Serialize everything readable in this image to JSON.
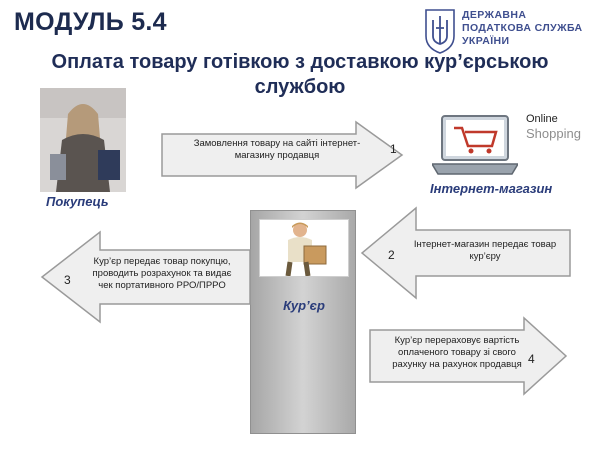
{
  "header": {
    "module_title": "МОДУЛЬ 5.4",
    "logo": {
      "icon": "tryzub-emblem",
      "lines": [
        "ДЕРЖАВНА",
        "ПОДАТКОВА СЛУЖБА",
        "УКРАЇНИ"
      ]
    }
  },
  "slide": {
    "title_line1": "Оплата товару готівкою з доставкою кур’єрською",
    "title_line2": "службою"
  },
  "actors": {
    "buyer_label": "Покупець",
    "shop_label": "Інтернет-магазин",
    "courier_label": "Кур’єр",
    "shop_logo_word1": "Online",
    "shop_logo_word2": "Shopping"
  },
  "steps": [
    {
      "number": "1",
      "text_line1": "Замовлення товару  на сайті інтернет-",
      "text_line2": "магазину продавця"
    },
    {
      "number": "2",
      "text_line1": "Інтернет-магазин передає товар",
      "text_line2": "кур’єру"
    },
    {
      "number": "3",
      "text_line1": "Кур’єр передає товар покупцю,",
      "text_line2": "проводить розрахунок та видає",
      "text_line3": "чек портативного РРО/ПРРО"
    },
    {
      "number": "4",
      "text_line1": "Кур’єр перераховує вартість",
      "text_line2": "оплаченого товару зі свого",
      "text_line3": "рахунку на рахунок продавця"
    }
  ],
  "colors": {
    "title": "#1d2b4f",
    "label": "#2a3c7a",
    "logo": "#3f4f8f",
    "arrow_fill": "#efefef",
    "arrow_stroke": "#9a9a9a"
  }
}
